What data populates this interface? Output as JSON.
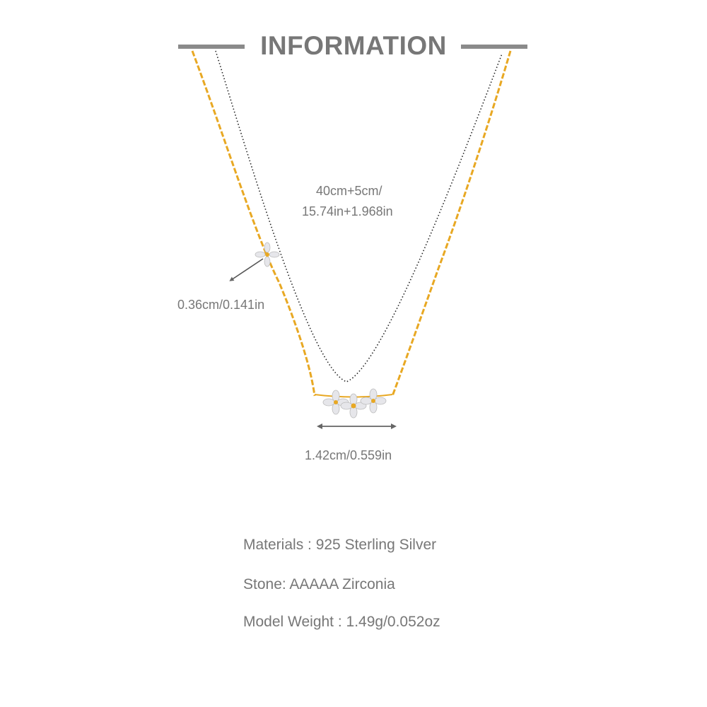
{
  "title": "INFORMATION",
  "dimensions": {
    "chain_length_line1": "40cm+5cm/",
    "chain_length_line2": "15.74in+1.968in",
    "side_charm_size": "0.36cm/0.141in",
    "pendant_width": "1.42cm/0.559in"
  },
  "specs": [
    "Materials : 925 Sterling Silver",
    "Stone: AAAAA Zirconia",
    "Model Weight : 1.49g/0.052oz"
  ],
  "colors": {
    "gold": "#e8a823",
    "text": "#777777",
    "rule": "#8a8a8a"
  }
}
